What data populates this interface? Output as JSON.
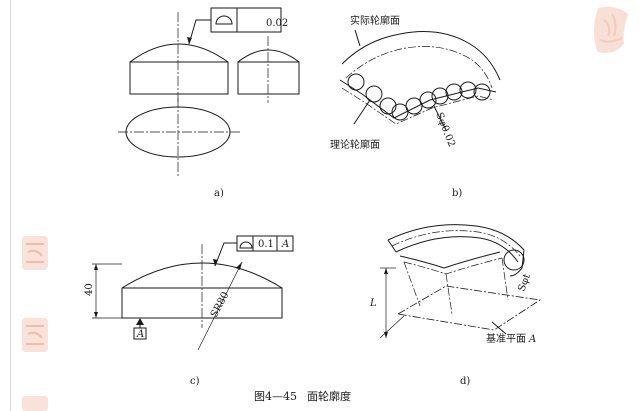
{
  "figure": {
    "caption_number": "图4—45",
    "caption_title": "面轮廓度",
    "panels": {
      "a": {
        "label": "a)",
        "tolerance_value": "0.02",
        "tolerance_symbol": "surface-profile-icon"
      },
      "b": {
        "label": "b)",
        "actual_profile_label": "实际轮廓面",
        "theoretical_profile_label": "理论轮廓面",
        "sphere_dim": "Sφ0.02"
      },
      "c": {
        "label": "c)",
        "tolerance_value": "0.1",
        "datum_ref": "A",
        "height_dim": "40",
        "radius_dim": "SR80",
        "datum_letter": "A"
      },
      "d": {
        "label": "d)",
        "sphere_dim": "Sφt",
        "distance_label": "L",
        "datum_plane_label_prefix": "基准平面",
        "datum_plane_label_letter": "A"
      }
    }
  },
  "colors": {
    "ink": "#1a1a1a",
    "seal": "#e8a28a",
    "border": "#d9d9d9"
  }
}
